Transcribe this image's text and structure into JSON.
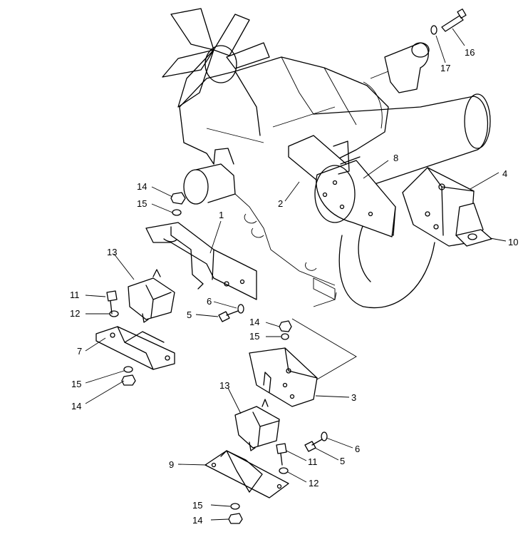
{
  "callouts": [
    "16",
    "17",
    "8",
    "2",
    "4",
    "10",
    "1",
    "14",
    "15",
    "13",
    "11",
    "12",
    "7",
    "15",
    "14",
    "6",
    "5",
    "14",
    "15",
    "3",
    "13",
    "6",
    "5",
    "11",
    "12",
    "9",
    "15",
    "14"
  ]
}
